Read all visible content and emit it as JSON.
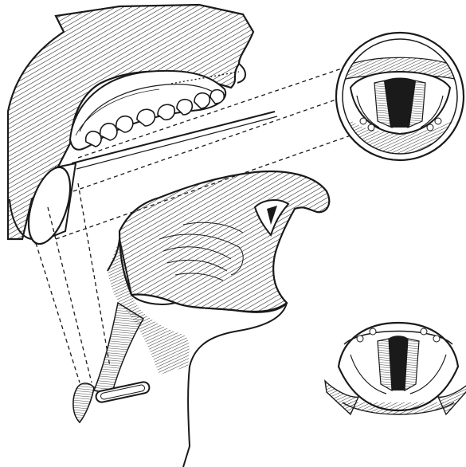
{
  "figure": {
    "ink_color": "#1a1a1a",
    "paper_color": "#ffffff",
    "parts": [
      "head-section",
      "upper-jaw",
      "teeth-row",
      "laryngeal-mirror",
      "tongue",
      "epiglottis",
      "larynx-throat",
      "mirror-view-magnified",
      "larynx-view-actual",
      "projection-lines"
    ]
  }
}
